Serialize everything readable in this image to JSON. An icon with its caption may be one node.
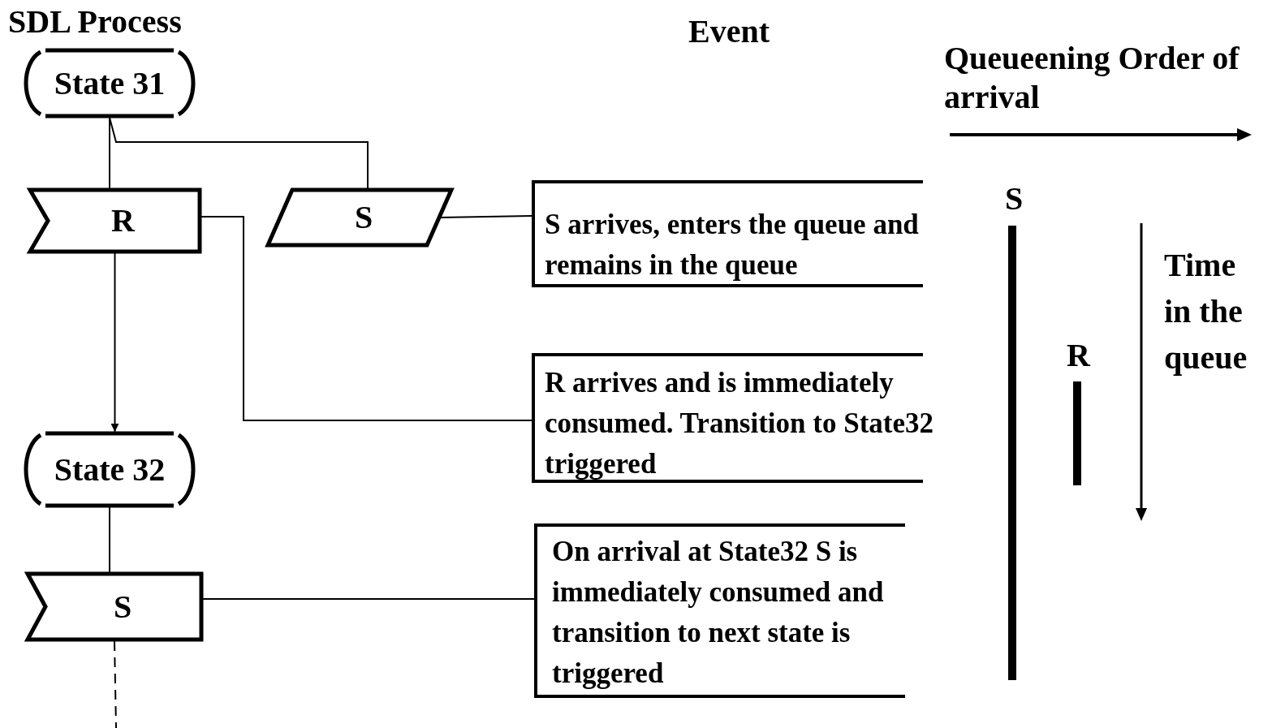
{
  "diagram": {
    "title": "SDL Process",
    "nodes": [
      {
        "text": [
          "State 31"
        ]
      },
      {
        "text": [
          "R"
        ]
      },
      {
        "text": [
          "S"
        ]
      },
      {
        "text": [
          "S arrives, enters the queue and remains in the queue"
        ]
      },
      {
        "text": [
          "R arrives and is immediately consumed. Transition to State32 triggered"
        ]
      },
      {
        "text": [
          "State 32"
        ]
      },
      {
        "text": [
          "S"
        ]
      },
      {
        "text": [
          "On arrival at State32 S is immediately consumed and transition to next state is triggered"
        ]
      }
    ],
    "edges": [
      {
        "from": 0,
        "to": 1,
        "arrow": "none"
      },
      {
        "from": 0,
        "to": 2,
        "arrow": "none"
      },
      {
        "from": 1,
        "to": 5,
        "arrow": "to"
      },
      {
        "from": 2,
        "to": 3,
        "arrow": "none"
      },
      {
        "from": 1,
        "to": 4,
        "arrow": "none"
      },
      {
        "from": 5,
        "to": 6,
        "arrow": "none"
      },
      {
        "from": 6,
        "to": 7,
        "arrow": "none"
      },
      {
        "from": 6,
        "to": null,
        "arrow": "none",
        "style": "dashed"
      }
    ],
    "labels": [
      "Event",
      "Queueening Order of arrival",
      "S",
      "R",
      "Time in the queue"
    ]
  }
}
